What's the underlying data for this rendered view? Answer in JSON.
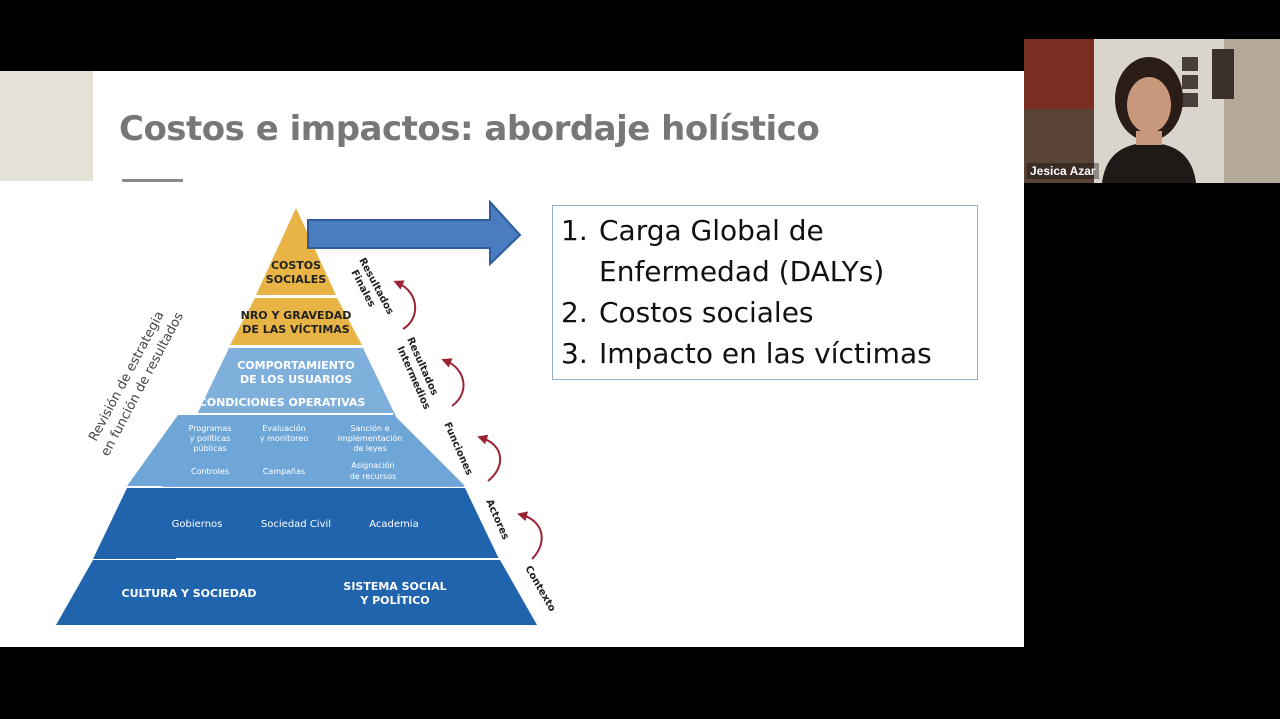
{
  "slide": {
    "title": "Costos e impactos: abordaje holístico",
    "pyramid": {
      "costos_sociales": [
        "COSTOS",
        "SOCIALES"
      ],
      "nro_gravedad": [
        "NRO Y GRAVEDAD",
        "DE LAS VÍCTIMAS"
      ],
      "comportamiento": [
        "COMPORTAMIENTO",
        "DE LOS USUARIOS"
      ],
      "condiciones": "CONDICIONES OPERATIVAS",
      "funciones": {
        "programas": [
          "Programas",
          "y políticas",
          "públicas"
        ],
        "evaluacion": [
          "Evaluación",
          "y monitoreo"
        ],
        "sancion": [
          "Sanción e",
          "implementación",
          "de leyes"
        ],
        "controles": "Controles",
        "campanas": "Campañas",
        "asignacion": [
          "Asignación",
          "de recursos"
        ]
      },
      "actores": {
        "gobiernos": "Gobiernos",
        "sociedad_civil": "Sociedad Civil",
        "academia": "Academia"
      },
      "contexto": {
        "cultura": "CULTURA Y SOCIEDAD",
        "sistema": [
          "SISTEMA SOCIAL",
          "Y POLÍTICO"
        ]
      }
    },
    "side_labels": {
      "resultados_finales": [
        "Resultados",
        "Finales"
      ],
      "resultados_intermedios": [
        "Resultados",
        "Intermedios"
      ],
      "funciones": "Funciones",
      "actores": "Actores",
      "contexto": "Contexto"
    },
    "revision_label": [
      "Revisión de estrategia",
      "en función de resultados"
    ],
    "list": [
      {
        "num": "1.",
        "lines": [
          "Carga Global de",
          "Enfermedad (DALYs)"
        ]
      },
      {
        "num": "2.",
        "lines": [
          "Costos sociales"
        ]
      },
      {
        "num": "3.",
        "lines": [
          "Impacto en las víctimas"
        ]
      }
    ],
    "colors": {
      "gold": "#e7b445",
      "light_blue": "#7fb0db",
      "mid_blue": "#5b97d2",
      "dark_blue": "#1f64ad",
      "arrow_blue": "#4a7cc0",
      "curve_red": "#9b2335"
    }
  },
  "webcam": {
    "name": "Jesica Azar"
  }
}
